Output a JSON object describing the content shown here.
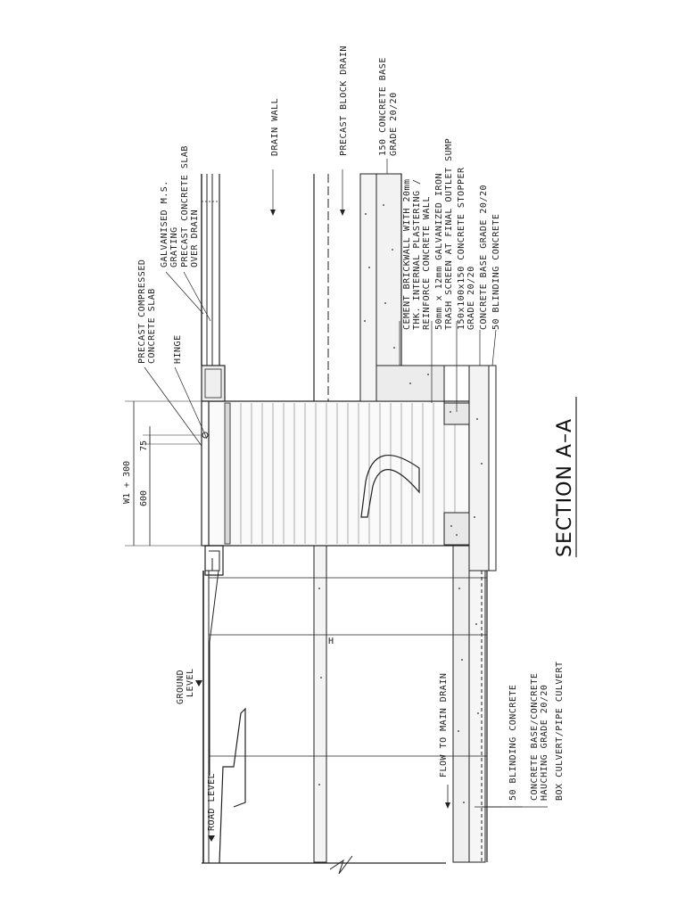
{
  "drawing": {
    "title": "SECTION A–A",
    "dimensions": {
      "overall": "W1 + 300",
      "slab_width": "600",
      "gap": "75",
      "height_mark": "H"
    },
    "labels": {
      "drain_wall": "DRAIN WALL",
      "precast_block_drain": "PRECAST BLOCK DRAIN",
      "concrete_base_150": [
        "150 CONCRETE BASE",
        "GRADE 20/20"
      ],
      "galvanised_grating": [
        "GALVANISED M.S.",
        "GRATING"
      ],
      "precast_slab_over_drain": [
        "PRECAST CONCRETE SLAB",
        "OVER DRAIN"
      ],
      "precast_compressed_slab": [
        "PRECAST COMPRESSED",
        "CONCRETE SLAB"
      ],
      "hinge": "HINGE",
      "brickwall": [
        "CEMENT BRICKWALL WITH 20mm",
        "THK. INTERNAL PLASTERING /",
        "REINFORCE CONCRETE WALL"
      ],
      "trash_screen": [
        "50mm x 12mm GALVANIZED IRON",
        "TRASH SCREEN AT FINAL OUTLET SUMP"
      ],
      "stopper": [
        "150x100x150 CONCRETE STOPPER",
        "GRADE 20/20"
      ],
      "concrete_base_grade": "CONCRETE BASE GRADE 20/20",
      "blinding_50_right": "50 BLINDING CONCRETE",
      "ground_level": [
        "GROUND",
        "LEVEL"
      ],
      "road_level": "ROAD LEVEL",
      "flow_to_main_drain": "FLOW TO MAIN DRAIN",
      "blinding_50_left": "50 BLINDING CONCRETE",
      "haunching": [
        "CONCRETE BASE/CONCRETE",
        "HAUCHING GRADE 20/20"
      ],
      "culvert": "BOX CULVERT/PIPE CULVERT"
    }
  }
}
